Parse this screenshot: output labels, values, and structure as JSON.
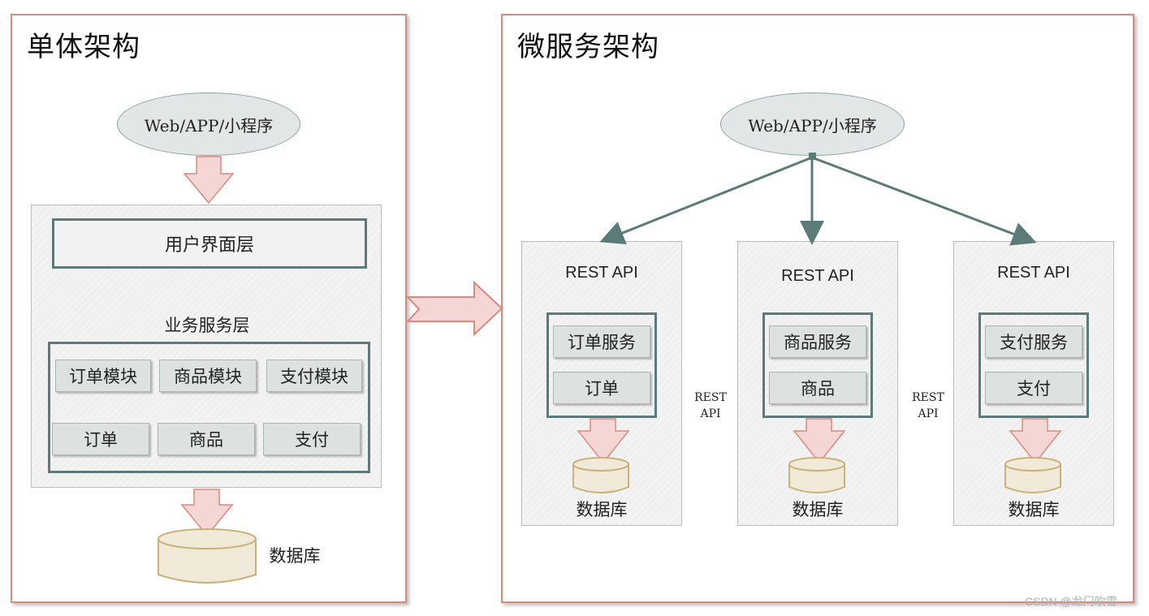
{
  "monolith": {
    "title": "单体架构",
    "client": "Web/APP/小程序",
    "ui_layer": "用户界面层",
    "service_layer": "业务服务层",
    "modules": [
      "订单模块",
      "商品模块",
      "支付模块"
    ],
    "data": [
      "订单",
      "商品",
      "支付"
    ],
    "db": "数据库"
  },
  "micro": {
    "title": "微服务架构",
    "client": "Web/APP/小程序",
    "services": [
      {
        "api": "REST API",
        "service": "订单服务",
        "data": "订单",
        "db": "数据库"
      },
      {
        "api": "REST API",
        "service": "商品服务",
        "data": "商品",
        "db": "数据库"
      },
      {
        "api": "REST API",
        "service": "支付服务",
        "data": "支付",
        "db": "数据库"
      }
    ],
    "between": [
      "REST",
      "API"
    ]
  },
  "watermark": "CSDN @龙门吹雪",
  "colors": {
    "frame": "#d98a80",
    "arrow_fill": "#f4d7d4",
    "arrow_stroke": "#d98a80",
    "teal": "#5c7b78",
    "db_fill": "#f2ead8",
    "db_stroke": "#c9b27a"
  }
}
